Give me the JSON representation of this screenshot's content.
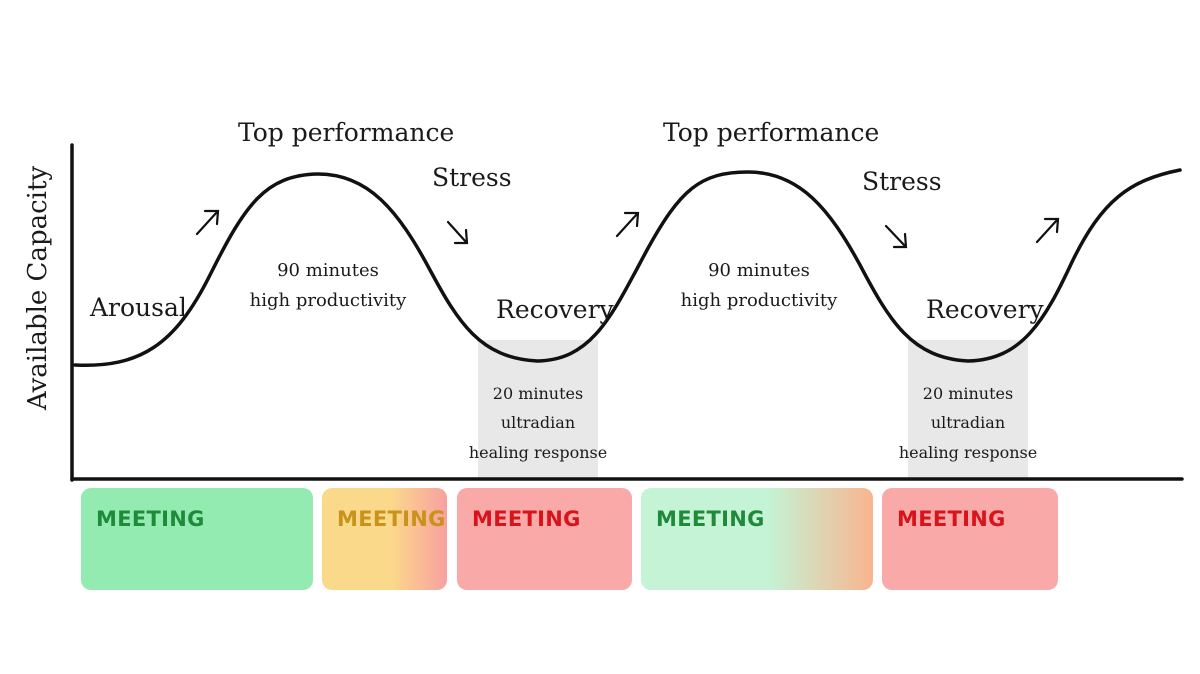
{
  "axis": {
    "y_label": "Available Capacity"
  },
  "labels": {
    "arousal": "Arousal",
    "top1": "Top performance",
    "top2": "Top performance",
    "stress1": "Stress",
    "stress2": "Stress",
    "recovery1": "Recovery",
    "recovery2": "Recovery",
    "work1_line1": "90 minutes",
    "work1_line2": "high productivity",
    "work2_line1": "90 minutes",
    "work2_line2": "high productivity",
    "heal1_line1": "20 minutes",
    "heal1_line2": "ultradian",
    "heal1_line3": "healing response",
    "heal2_line1": "20 minutes",
    "heal2_line2": "ultradian",
    "heal2_line3": "healing response"
  },
  "meetings": [
    {
      "label": "MEETING",
      "status": "good",
      "text_color": "#1f8b3a",
      "fill": "#93ebb2"
    },
    {
      "label": "MEETING",
      "status": "declining",
      "text_color": "#c9921a",
      "fill": "#fbd98a",
      "fill_end": "#f8a0a0"
    },
    {
      "label": "MEETING",
      "status": "bad",
      "text_color": "#d7141c",
      "fill": "#f9a9a8"
    },
    {
      "label": "MEETING",
      "status": "good-to-declining",
      "text_color": "#1f8b3a",
      "fill": "#c4f3d5",
      "fill_end": "#f9b58f"
    },
    {
      "label": "MEETING",
      "status": "bad",
      "text_color": "#d7141c",
      "fill": "#f9a9a8"
    }
  ],
  "colors": {
    "curve": "#111111",
    "healing_band": "#e8e8e8"
  }
}
